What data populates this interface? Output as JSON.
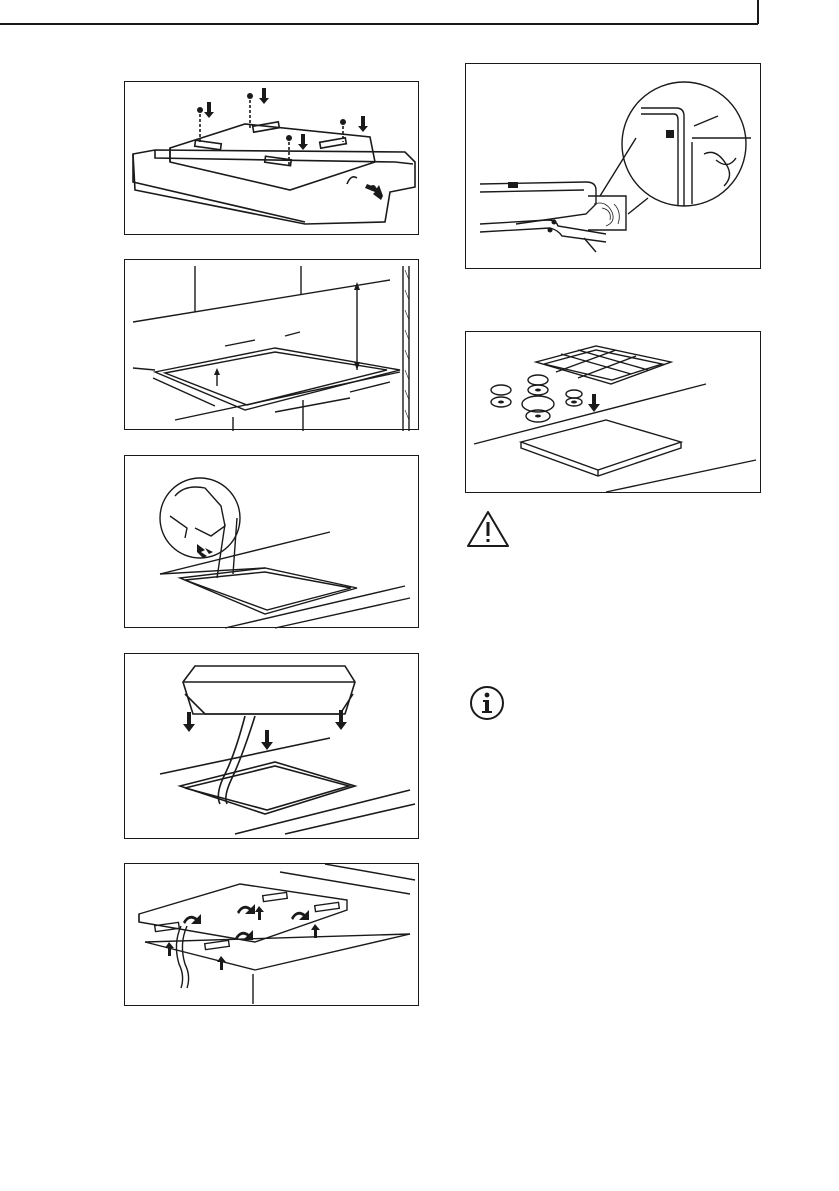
{
  "page": {
    "figures": [
      {
        "id": "fig-screw-brackets",
        "description_icon": "hob-bottom-brackets-screws"
      },
      {
        "id": "fig-cutout-dimensions",
        "description_icon": "worktop-cutout-dimensions"
      },
      {
        "id": "fig-apply-seal",
        "description_icon": "apply-seal-strip"
      },
      {
        "id": "fig-insert-hob",
        "description_icon": "lower-hob-into-cutout"
      },
      {
        "id": "fig-fasten-brackets",
        "description_icon": "fasten-brackets-underside"
      },
      {
        "id": "fig-seal-detail",
        "description_icon": "seal-cross-section-detail"
      },
      {
        "id": "fig-hob-with-panel",
        "description_icon": "hob-with-panel-below"
      }
    ],
    "icons": {
      "warning": "warning-triangle-icon",
      "info": "info-circle-icon"
    },
    "colors": {
      "line": "#1a1a1a",
      "frame": "#1a1a1a",
      "background": "#ffffff"
    }
  }
}
